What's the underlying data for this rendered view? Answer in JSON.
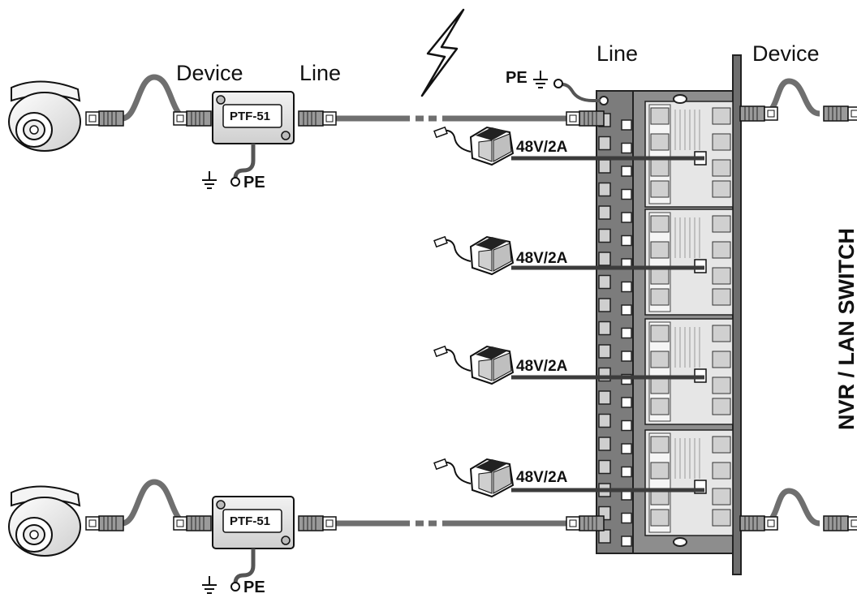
{
  "labels": {
    "device_left": "Device",
    "line_left": "Line",
    "line_right": "Line",
    "device_right": "Device",
    "pe": "PE",
    "protector": "PTF-51",
    "power": "48V/2A",
    "nvr": "NVR / LAN SWITCH"
  },
  "colors": {
    "cable": "#6f6f6f",
    "cable_dark": "#3c3c3c",
    "panel": "#8a8a8a",
    "module": "#e9e9e9",
    "box": "#dcdcdc",
    "outline": "#1a1a1a"
  },
  "icons": [
    "camera-icon",
    "ground-icon",
    "lightning-icon",
    "power-adapter-icon",
    "rj45-plug-icon",
    "ring-terminal-icon",
    "screw-icon"
  ]
}
